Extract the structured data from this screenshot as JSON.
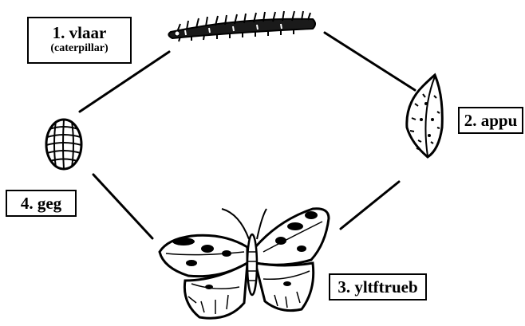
{
  "diagram": {
    "stages": [
      {
        "id": "caterpillar",
        "label": "1. vlaar",
        "sublabel": "(caterpillar)",
        "icon": "caterpillar-icon"
      },
      {
        "id": "pupa",
        "label": "2. appu",
        "icon": "chrysalis-icon"
      },
      {
        "id": "butterfly",
        "label": "3. yltftrueb",
        "icon": "butterfly-icon"
      },
      {
        "id": "egg",
        "label": "4. geg",
        "icon": "egg-icon"
      }
    ],
    "colors": {
      "ink": "#000000",
      "background": "#ffffff"
    }
  }
}
